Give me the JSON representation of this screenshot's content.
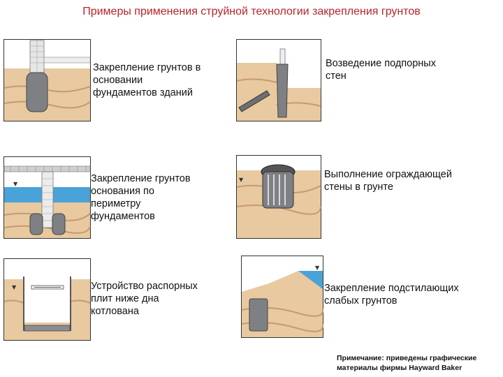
{
  "title": "Примеры применения струйной технологии закрепления грунтов",
  "items": [
    {
      "label": "Закрепление грунтов в\nосновании\nфундаментов зданий"
    },
    {
      "label": "Возведение подпорных\nстен"
    },
    {
      "label": "Закрепление грунтов\nоснования по\nпериметру\nфундаментов"
    },
    {
      "label": "Выполнение ограждающей\nстены в грунте"
    },
    {
      "label": "Устройство распорных\nплит ниже дна\nкотлована"
    },
    {
      "label": "Закрепление подстилающих\nслабых грунтов"
    }
  ],
  "note": "Примечание: приведены графические\nматериалы фирмы Hayward Baker",
  "colors": {
    "title": "#b8232a",
    "soil": "#e8c9a0",
    "soil_dark": "#c79a6e",
    "water": "#4aa3d8",
    "column": "#7e8084",
    "concrete": "#d8d8d8"
  }
}
